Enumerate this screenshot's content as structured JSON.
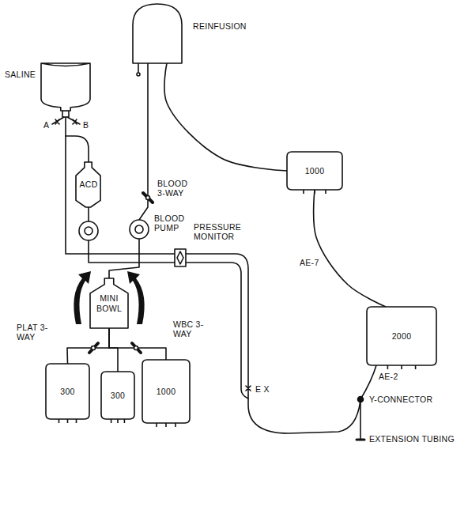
{
  "diagram": {
    "nodes": [
      {
        "text": [
          "REINFUSION"
        ]
      },
      {
        "text": [
          "SALINE"
        ]
      },
      {
        "text": [
          "1000"
        ]
      },
      {
        "text": [
          "ACD"
        ]
      },
      {
        "text": [
          "BLOOD PUMP"
        ]
      },
      {
        "text": [
          "PRESSURE MONITOR"
        ]
      },
      {
        "text": [
          "2000"
        ]
      },
      {
        "text": [
          "MINI BOWL"
        ]
      },
      {
        "text": [
          "300"
        ]
      },
      {
        "text": [
          "300"
        ]
      },
      {
        "text": [
          "1000"
        ]
      }
    ],
    "edges": [
      {
        "from": 0,
        "to": 2,
        "arrow": "none"
      },
      {
        "from": 0,
        "to": 4,
        "arrow": "none"
      },
      {
        "from": 2,
        "to": 6,
        "label": "AE-7",
        "arrow": "none"
      },
      {
        "from": 1,
        "to": 5,
        "arrow": "none"
      },
      {
        "from": 3,
        "to": 5,
        "arrow": "none"
      },
      {
        "from": 4,
        "to": 7,
        "arrow": "none"
      },
      {
        "from": 7,
        "to": 8,
        "arrow": "none"
      },
      {
        "from": 7,
        "to": 9,
        "arrow": "none"
      },
      {
        "from": 7,
        "to": 10,
        "arrow": "none"
      }
    ],
    "labels": [
      "A",
      "B",
      "BLOOD 3-WAY",
      "E X",
      "AE-2",
      "Y-CONNECTOR",
      "EXTENSION TUBING",
      "PLAT 3-WAY",
      "WBC 3-WAY"
    ]
  }
}
